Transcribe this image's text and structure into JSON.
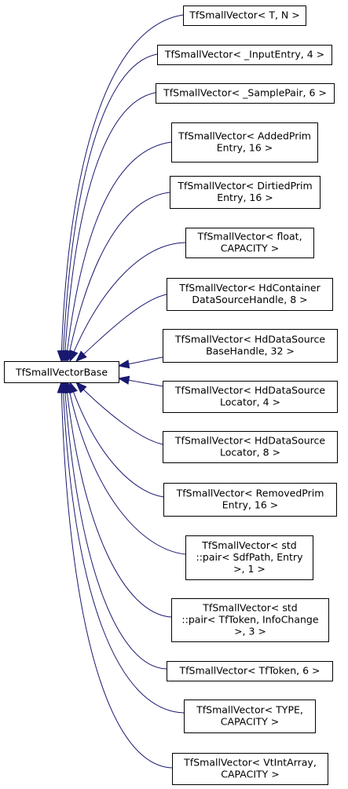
{
  "base_class": {
    "id": "base",
    "label": "TfSmallVectorBase"
  },
  "derived_classes": [
    {
      "id": "n1",
      "lines": [
        "TfSmallVector< T, N >"
      ]
    },
    {
      "id": "n2",
      "lines": [
        "TfSmallVector< _InputEntry, 4 >"
      ]
    },
    {
      "id": "n3",
      "lines": [
        "TfSmallVector< _SamplePair, 6 >"
      ]
    },
    {
      "id": "n4",
      "lines": [
        "TfSmallVector< AddedPrim",
        "Entry, 16 >"
      ]
    },
    {
      "id": "n5",
      "lines": [
        "TfSmallVector< DirtiedPrim",
        "Entry, 16 >"
      ]
    },
    {
      "id": "n6",
      "lines": [
        "TfSmallVector< float,",
        "CAPACITY >"
      ]
    },
    {
      "id": "n7",
      "lines": [
        "TfSmallVector< HdContainer",
        "DataSourceHandle, 8 >"
      ]
    },
    {
      "id": "n8",
      "lines": [
        "TfSmallVector< HdDataSource",
        "BaseHandle, 32 >"
      ]
    },
    {
      "id": "n9",
      "lines": [
        "TfSmallVector< HdDataSource",
        "Locator, 4 >"
      ]
    },
    {
      "id": "n10",
      "lines": [
        "TfSmallVector< HdDataSource",
        "Locator, 8 >"
      ]
    },
    {
      "id": "n11",
      "lines": [
        "TfSmallVector< RemovedPrim",
        "Entry, 16 >"
      ]
    },
    {
      "id": "n12",
      "lines": [
        "TfSmallVector< std",
        "::pair< SdfPath, Entry",
        ">, 1 >"
      ]
    },
    {
      "id": "n13",
      "lines": [
        "TfSmallVector< std",
        "::pair< TfToken, InfoChange",
        ">, 3 >"
      ]
    },
    {
      "id": "n14",
      "lines": [
        "TfSmallVector< TfToken, 6 >"
      ]
    },
    {
      "id": "n15",
      "lines": [
        "TfSmallVector< TYPE,",
        "CAPACITY >"
      ]
    },
    {
      "id": "n16",
      "lines": [
        "TfSmallVector< VtIntArray,",
        "CAPACITY >"
      ]
    }
  ],
  "colors": {
    "edge": "#191970",
    "box_border": "#000000",
    "background": "#ffffff"
  }
}
